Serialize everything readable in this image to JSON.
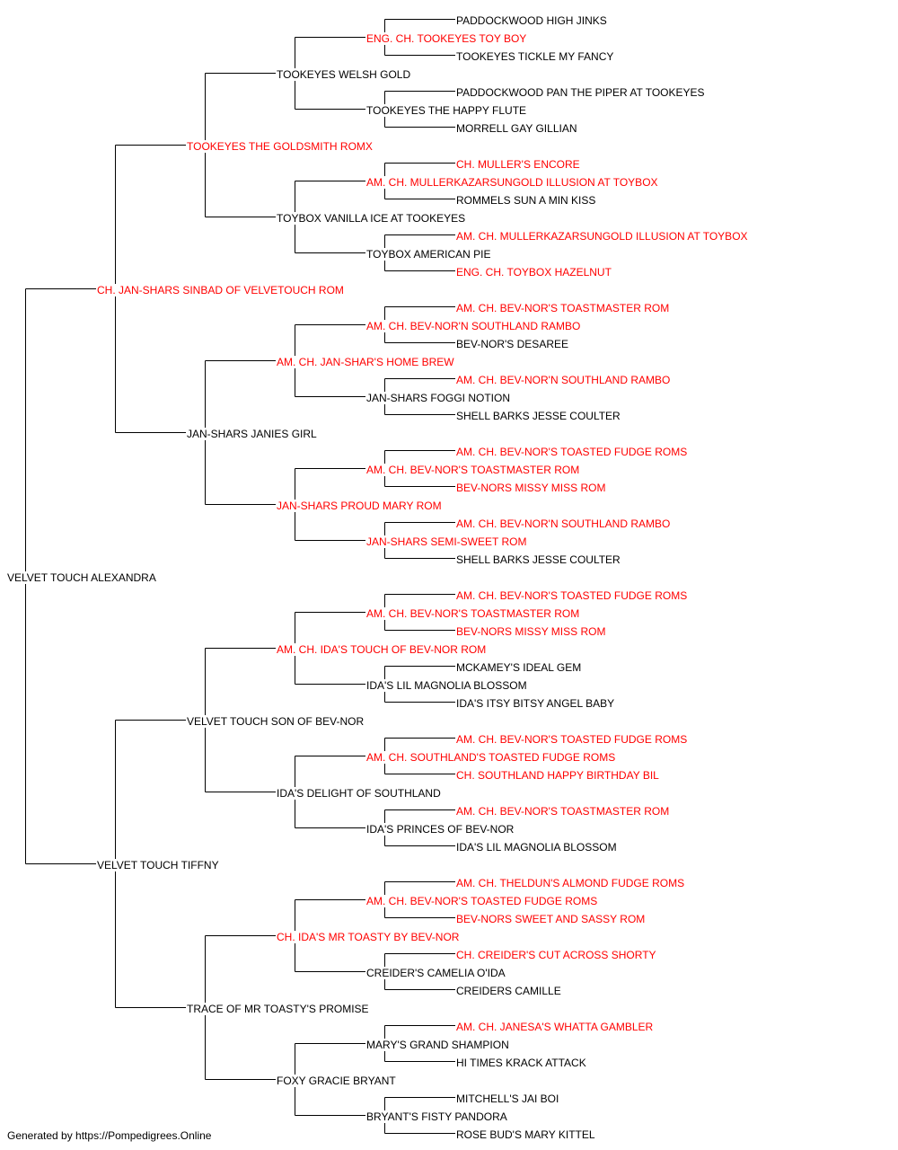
{
  "subject": {
    "name": "VELVET TOUCH ALEXANDRA",
    "champion": false
  },
  "sire": {
    "name": "CH. JAN-SHARS SINBAD OF VELVETOUCH ROM",
    "champion": true
  },
  "dam": {
    "name": "VELVET TOUCH TIFFNY",
    "champion": false
  },
  "gen3": [
    {
      "name": "TOOKEYES THE GOLDSMITH ROMX",
      "champion": true
    },
    {
      "name": "JAN-SHARS JANIES GIRL",
      "champion": false
    },
    {
      "name": "VELVET TOUCH SON OF BEV-NOR",
      "champion": false
    },
    {
      "name": "TRACE OF MR TOASTY'S PROMISE",
      "champion": false
    }
  ],
  "gen4": [
    {
      "name": "TOOKEYES WELSH GOLD",
      "champion": false
    },
    {
      "name": "TOYBOX VANILLA ICE AT TOOKEYES",
      "champion": false
    },
    {
      "name": "AM. CH. JAN-SHAR'S HOME BREW",
      "champion": true
    },
    {
      "name": "JAN-SHARS PROUD MARY ROM",
      "champion": true
    },
    {
      "name": "AM. CH. IDA'S TOUCH OF BEV-NOR ROM",
      "champion": true
    },
    {
      "name": "IDA'S DELIGHT OF SOUTHLAND",
      "champion": false
    },
    {
      "name": "CH. IDA'S MR TOASTY BY BEV-NOR",
      "champion": true
    },
    {
      "name": "FOXY GRACIE BRYANT",
      "champion": false
    }
  ],
  "gen5": [
    {
      "name": "ENG. CH. TOOKEYES TOY BOY",
      "champion": true
    },
    {
      "name": "TOOKEYES THE HAPPY FLUTE",
      "champion": false
    },
    {
      "name": "AM. CH. MULLERKAZARSUNGOLD ILLUSION AT TOYBOX",
      "champion": true
    },
    {
      "name": "TOYBOX AMERICAN PIE",
      "champion": false
    },
    {
      "name": "AM. CH. BEV-NOR'N SOUTHLAND RAMBO",
      "champion": true
    },
    {
      "name": "JAN-SHARS FOGGI NOTION",
      "champion": false
    },
    {
      "name": "AM. CH. BEV-NOR'S TOASTMASTER ROM",
      "champion": true
    },
    {
      "name": "JAN-SHARS SEMI-SWEET ROM",
      "champion": true
    },
    {
      "name": "AM. CH. BEV-NOR'S TOASTMASTER ROM",
      "champion": true
    },
    {
      "name": "IDA'S LIL MAGNOLIA BLOSSOM",
      "champion": false
    },
    {
      "name": "AM. CH. SOUTHLAND'S TOASTED FUDGE ROMS",
      "champion": true
    },
    {
      "name": "IDA'S PRINCES OF BEV-NOR",
      "champion": false
    },
    {
      "name": "AM. CH. BEV-NOR'S TOASTED FUDGE ROMS",
      "champion": true
    },
    {
      "name": "CREIDER'S CAMELIA O'IDA",
      "champion": false
    },
    {
      "name": "MARY'S GRAND SHAMPION",
      "champion": false
    },
    {
      "name": "BRYANT'S FISTY PANDORA",
      "champion": false
    }
  ],
  "gen6": [
    {
      "name": "PADDOCKWOOD HIGH JINKS",
      "champion": false
    },
    {
      "name": "TOOKEYES TICKLE MY FANCY",
      "champion": false
    },
    {
      "name": "PADDOCKWOOD PAN THE PIPER AT TOOKEYES",
      "champion": false
    },
    {
      "name": "MORRELL GAY GILLIAN",
      "champion": false
    },
    {
      "name": "CH. MULLER'S ENCORE",
      "champion": true
    },
    {
      "name": "ROMMELS SUN A MIN KISS",
      "champion": false
    },
    {
      "name": "AM. CH. MULLERKAZARSUNGOLD ILLUSION AT TOYBOX",
      "champion": true
    },
    {
      "name": "ENG. CH. TOYBOX HAZELNUT",
      "champion": true
    },
    {
      "name": "AM. CH. BEV-NOR'S TOASTMASTER ROM",
      "champion": true
    },
    {
      "name": "BEV-NOR'S DESAREE",
      "champion": false
    },
    {
      "name": "AM. CH. BEV-NOR'N SOUTHLAND RAMBO",
      "champion": true
    },
    {
      "name": "SHELL BARKS JESSE COULTER",
      "champion": false
    },
    {
      "name": "AM. CH. BEV-NOR'S TOASTED FUDGE ROMS",
      "champion": true
    },
    {
      "name": "BEV-NORS MISSY MISS ROM",
      "champion": true
    },
    {
      "name": "AM. CH. BEV-NOR'N SOUTHLAND RAMBO",
      "champion": true
    },
    {
      "name": "SHELL BARKS JESSE COULTER",
      "champion": false
    },
    {
      "name": "AM. CH. BEV-NOR'S TOASTED FUDGE ROMS",
      "champion": true
    },
    {
      "name": "BEV-NORS MISSY MISS ROM",
      "champion": true
    },
    {
      "name": "MCKAMEY'S IDEAL GEM",
      "champion": false
    },
    {
      "name": "IDA'S ITSY BITSY ANGEL BABY",
      "champion": false
    },
    {
      "name": "AM. CH. BEV-NOR'S TOASTED FUDGE ROMS",
      "champion": true
    },
    {
      "name": "CH. SOUTHLAND HAPPY BIRTHDAY BIL",
      "champion": true
    },
    {
      "name": "AM. CH. BEV-NOR'S TOASTMASTER ROM",
      "champion": true
    },
    {
      "name": "IDA'S LIL MAGNOLIA BLOSSOM",
      "champion": false
    },
    {
      "name": "AM. CH. THELDUN'S ALMOND FUDGE ROMS",
      "champion": true
    },
    {
      "name": "BEV-NORS SWEET AND SASSY ROM",
      "champion": true
    },
    {
      "name": "CH. CREIDER'S CUT ACROSS SHORTY",
      "champion": true
    },
    {
      "name": "CREIDERS CAMILLE",
      "champion": false
    },
    {
      "name": "AM. CH. JANESA'S WHATTA GAMBLER",
      "champion": true
    },
    {
      "name": "HI TIMES KRACK ATTACK",
      "champion": false
    },
    {
      "name": "MITCHELL'S JAI BOI",
      "champion": false
    },
    {
      "name": "ROSE BUD'S MARY KITTEL",
      "champion": false
    }
  ],
  "colors": {
    "champion": "#ff0000",
    "normal": "#000000",
    "line": "#000000"
  },
  "footer": "Generated by https://Pompedigrees.Online"
}
